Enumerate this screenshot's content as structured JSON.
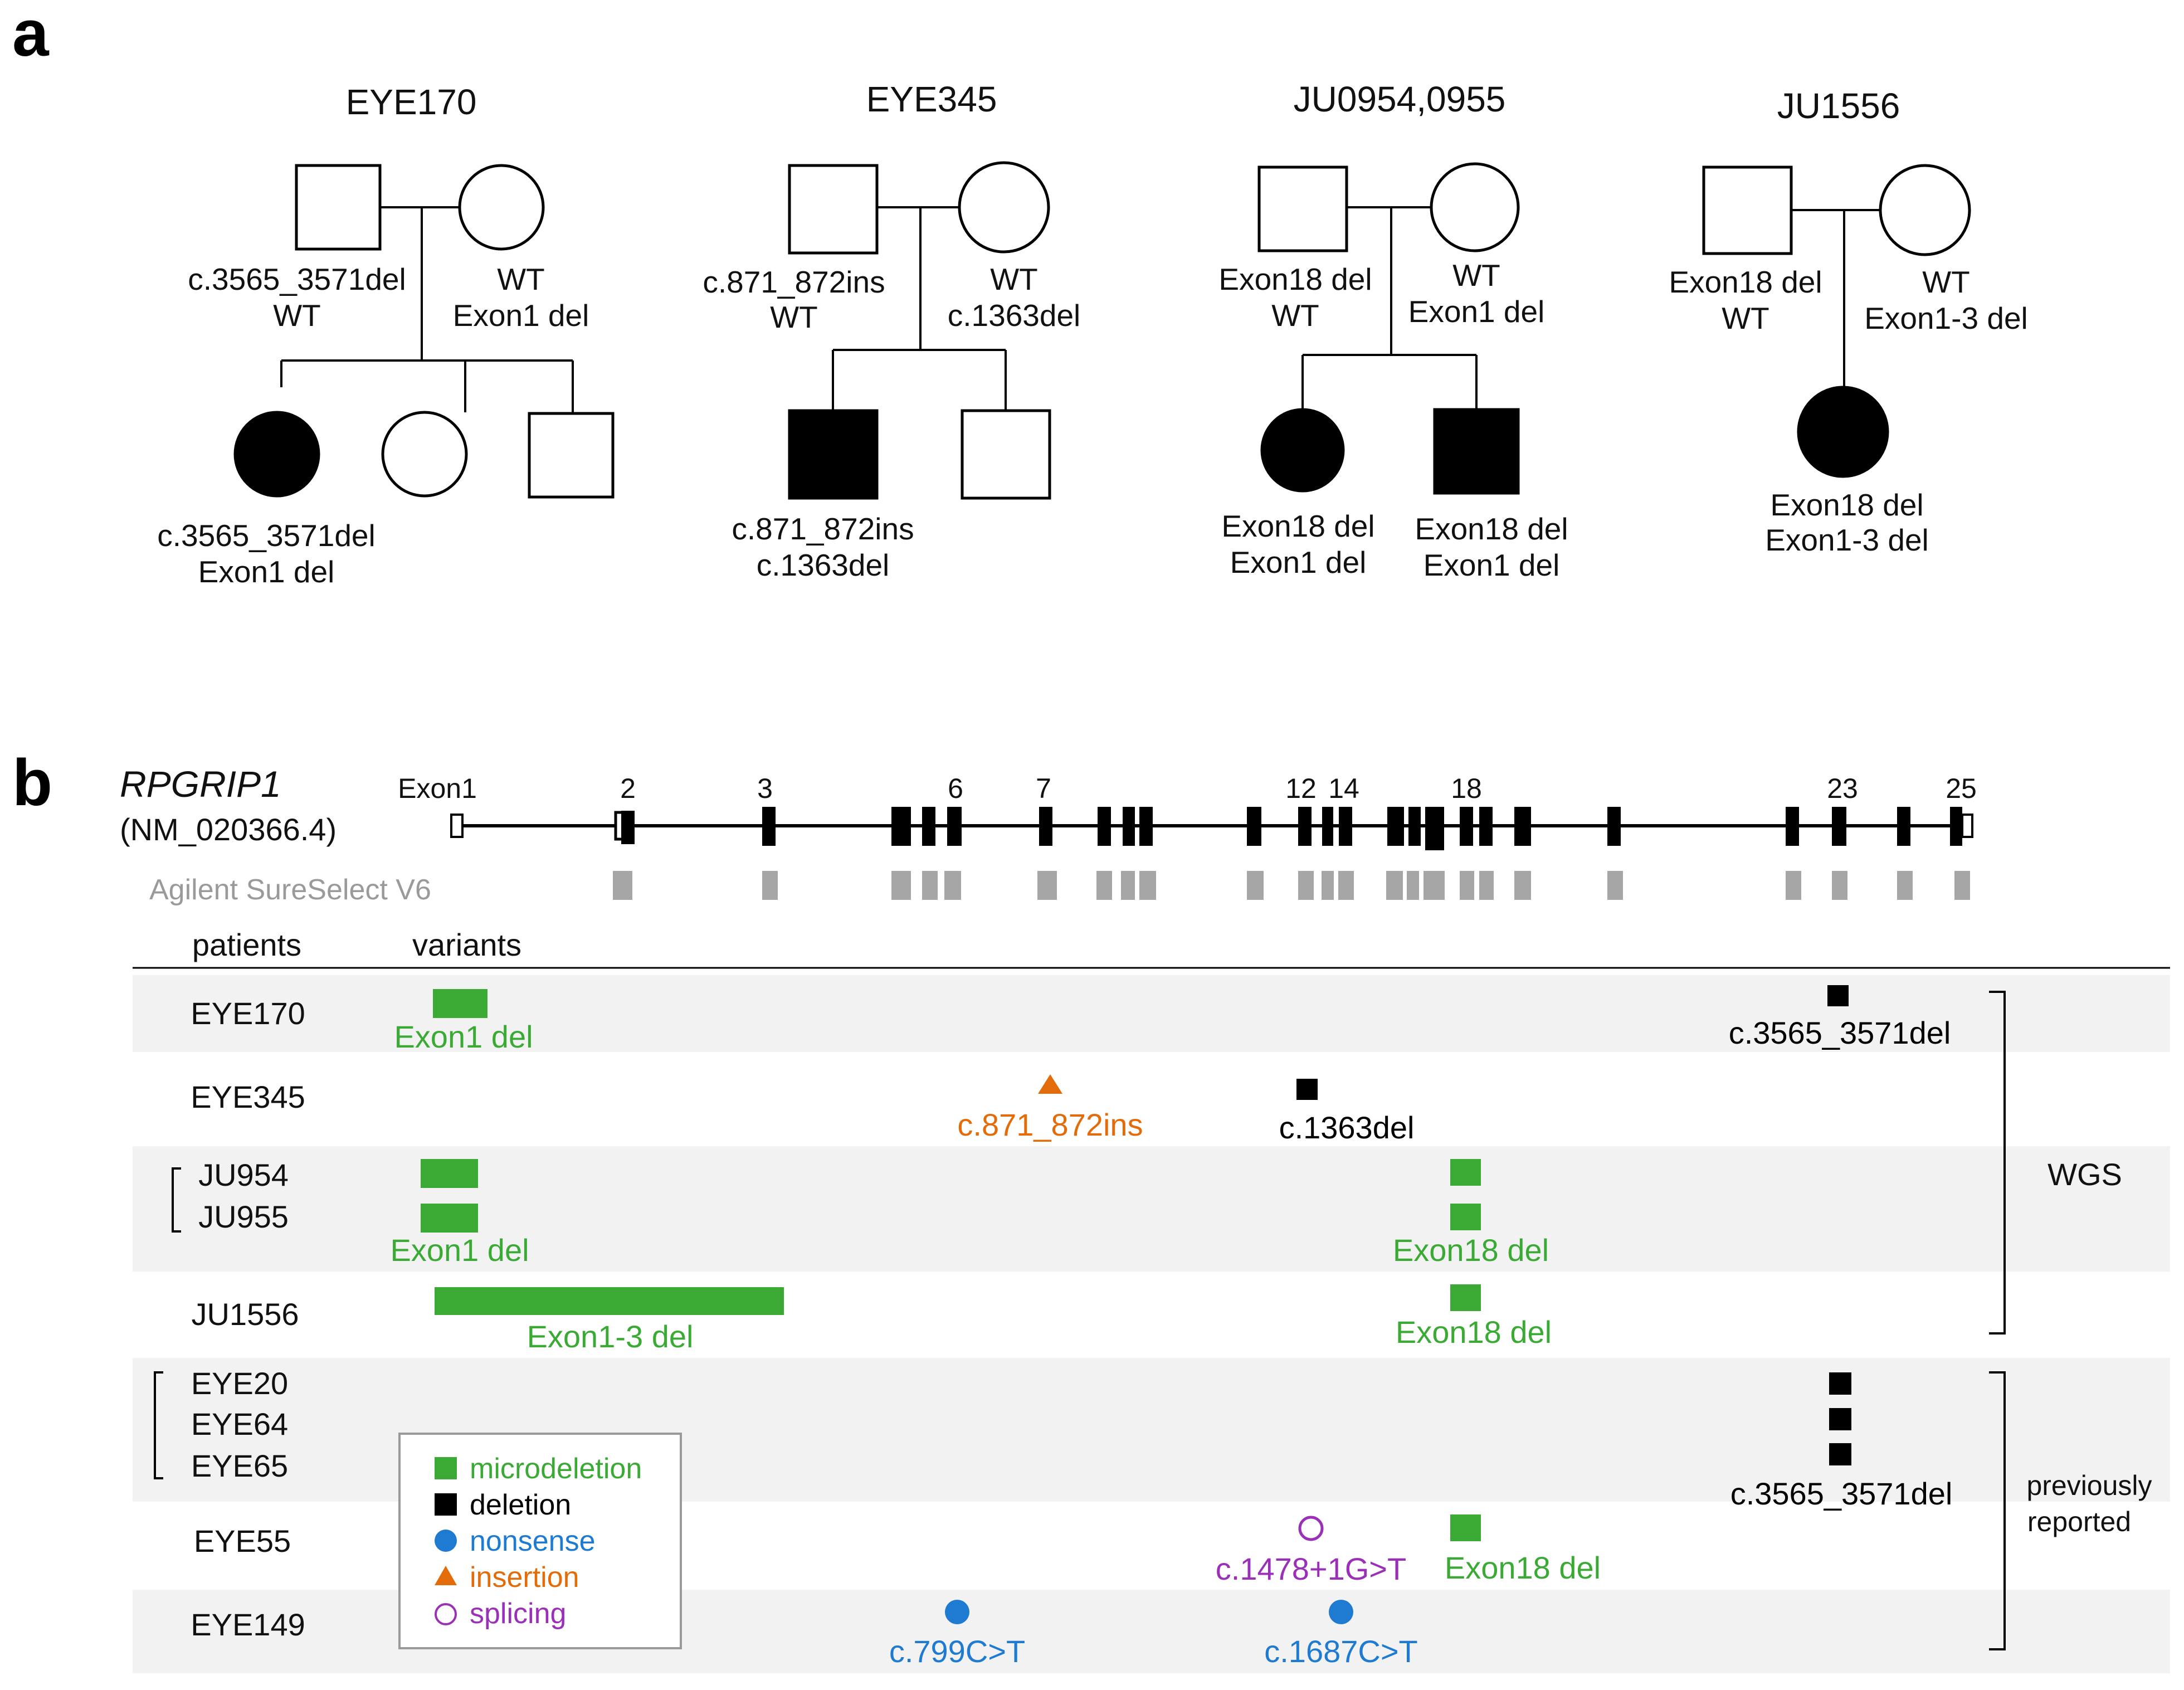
{
  "panels": {
    "a": "a",
    "b": "b"
  },
  "pedigrees": [
    {
      "title": "EYE170",
      "father_lines": [
        "c.3565_3571del",
        "WT"
      ],
      "mother_lines": [
        "WT",
        "Exon1 del"
      ],
      "children": [
        {
          "shape": "circle",
          "affected": true,
          "lines": [
            "c.3565_3571del",
            "Exon1 del"
          ]
        },
        {
          "shape": "circle",
          "affected": false,
          "lines": []
        },
        {
          "shape": "square",
          "affected": false,
          "lines": []
        }
      ]
    },
    {
      "title": "EYE345",
      "father_lines": [
        "c.871_872ins",
        "WT"
      ],
      "mother_lines": [
        "WT",
        "c.1363del"
      ],
      "children": [
        {
          "shape": "square",
          "affected": true,
          "lines": [
            "c.871_872ins",
            "c.1363del"
          ]
        },
        {
          "shape": "square",
          "affected": false,
          "lines": []
        }
      ]
    },
    {
      "title": "JU0954,0955",
      "father_lines": [
        "Exon18 del",
        "WT"
      ],
      "mother_lines": [
        "WT",
        "Exon1 del"
      ],
      "children": [
        {
          "shape": "circle",
          "affected": true,
          "lines": [
            "Exon18 del",
            "Exon1 del"
          ]
        },
        {
          "shape": "square",
          "affected": true,
          "lines": [
            "Exon18 del",
            "Exon1 del"
          ]
        }
      ]
    },
    {
      "title": "JU1556",
      "father_lines": [
        "Exon18 del",
        "WT"
      ],
      "mother_lines": [
        "WT",
        "Exon1-3 del"
      ],
      "children": [
        {
          "shape": "circle",
          "affected": true,
          "lines": [
            "Exon18 del",
            "Exon1-3 del"
          ]
        }
      ]
    }
  ],
  "gene": {
    "name": "RPGRIP1",
    "transcript": "(NM_020366.4)",
    "exon1_label": "Exon1",
    "exon_numbers": [
      "2",
      "3",
      "6",
      "7",
      "12",
      "14",
      "18",
      "23",
      "25"
    ],
    "capture_label": "Agilent SureSelect V6"
  },
  "table": {
    "header_patients": "patients",
    "header_variants": "variants",
    "rows": [
      {
        "patients": [
          "EYE170"
        ],
        "variants": [
          "Exon1 del",
          "c.3565_3571del"
        ]
      },
      {
        "patients": [
          "EYE345"
        ],
        "variants": [
          "c.871_872ins",
          "c.1363del"
        ]
      },
      {
        "patients": [
          "JU954",
          "JU955"
        ],
        "variants": [
          "Exon1 del",
          "Exon18 del"
        ]
      },
      {
        "patients": [
          "JU1556"
        ],
        "variants": [
          "Exon1-3 del",
          "Exon18 del"
        ]
      },
      {
        "patients": [
          "EYE20",
          "EYE64",
          "EYE65"
        ],
        "variants": [
          "c.3565_3571del"
        ]
      },
      {
        "patients": [
          "EYE55"
        ],
        "variants": [
          "c.1478+1G>T",
          "Exon18 del"
        ]
      },
      {
        "patients": [
          "EYE149"
        ],
        "variants": [
          "c.799C>T",
          "c.1687C>T"
        ]
      }
    ],
    "brackets": {
      "wgs": "WGS",
      "previous_1": "previously",
      "previous_2": "reported"
    }
  },
  "legend": [
    {
      "label": "microdeletion",
      "marker": "square",
      "color": "#3aaa35"
    },
    {
      "label": "deletion",
      "marker": "square",
      "color": "#000000"
    },
    {
      "label": "nonsense",
      "marker": "circle",
      "color": "#1f7ad1"
    },
    {
      "label": "insertion",
      "marker": "triangle",
      "color": "#e36c0a"
    },
    {
      "label": "splicing",
      "marker": "open-circle",
      "color": "#9b30b8"
    }
  ],
  "colors": {
    "microdeletion": "#3aaa35",
    "deletion": "#000000",
    "nonsense": "#1f7ad1",
    "insertion": "#e36c0a",
    "splicing": "#9b30b8",
    "capture": "#a6a6a6",
    "row_shade": "#f2f2f2"
  }
}
